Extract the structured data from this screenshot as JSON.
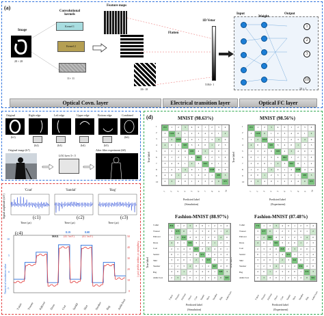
{
  "panel_a": {
    "tag": "(a)",
    "image_label": "Image",
    "image_size": "28 × 28",
    "conv_title": "Convolutional kernels",
    "kernel1": "Kernel 1",
    "kernel2": "Kernel 2",
    "kernel_size": "11× 11",
    "feature_maps": "Feature maps",
    "feature_size": "18× 18",
    "flatten": "Flatten",
    "vector_title": "1D Vetor",
    "vector_size": "5184× 1",
    "input_label": "Input",
    "weight_label": "Weight",
    "output_label": "Output",
    "outputs": [
      "1",
      "2",
      "3",
      "10"
    ],
    "output_size": "10 × 1",
    "bar_conv": "Optical Covn. layer",
    "bar_elec": "Electrical transition layer",
    "bar_fc": "Optical FC layer"
  },
  "panel_b": {
    "headers": [
      "Original",
      "Right edge",
      "Left edge",
      "Upper edge",
      "Bottom edge",
      "Combined"
    ],
    "tags": [
      "(b1)",
      "(b2)",
      "(b3)",
      "(b4)",
      "(b5)",
      "(b6)"
    ],
    "orig_image": "Original image (b7)",
    "log_kern": "LOG kern 5× 5",
    "after": "After filter experiment (b8)"
  },
  "panel_c": {
    "titles": [
      "'Coat'",
      "'Sandal'",
      "'Bag'"
    ],
    "tags": [
      "(c1)",
      "(c2)",
      "(c3)",
      "(c4)"
    ],
    "xlabel": "Time (μs)",
    "ylabel_top": "Signal amplitude (mV)",
    "ylabel_left": "Numerical simulation value",
    "ylabel_right": "Amplitude of output signal (mV)",
    "max_label": "MAX",
    "peak1": "8.19",
    "peak1_mv": "(41.7mV)",
    "peak2": "8.08",
    "peak2_mv": "(41.7mV)",
    "categories": [
      "T-shirt",
      "Trouser",
      "Pullover",
      "Dress",
      "Coat",
      "Sandal",
      "Shirt",
      "Sneaker",
      "Bag",
      "Ankle boot"
    ],
    "left_ticks": [
      "10",
      "5",
      "0",
      "-5"
    ],
    "right_ticks": [
      "50",
      "40",
      "30",
      "20",
      "10",
      "0"
    ]
  },
  "panel_d": {
    "tag": "(d)",
    "titles": [
      "MNIST (98.63%)",
      "MNIST (98.56%)",
      "Fashion-MNIST (88.97%)",
      "Fashion-MNIST (87.48%)"
    ],
    "ylabel": "True label",
    "xlabel": "Predicted label",
    "subs": [
      "(Simulation)",
      "(Experiment)",
      "(Simulation)",
      "(Experiment)"
    ],
    "mnist_labels": [
      "1",
      "2",
      "3",
      "4",
      "5",
      "6",
      "7",
      "8",
      "9",
      "10"
    ],
    "fashion_labels": [
      "T-shirt",
      "Trouser",
      "Pullover",
      "Dress",
      "Coat",
      "Sandal",
      "Shirt",
      "Sneaker",
      "Bag",
      "Ankle boot"
    ],
    "mnist_diag": [
      "972",
      "1124",
      "1018",
      "995",
      "978",
      "864",
      "944",
      "1008",
      "985",
      "975"
    ],
    "fashion_diag": [
      "856",
      "975",
      "812",
      "906",
      "823",
      "971",
      "655",
      "967",
      "968",
      "963"
    ],
    "fashion_diag_exp": [
      "772",
      "977",
      "802",
      "902",
      "818",
      "951",
      "641",
      "954",
      "970",
      "961"
    ]
  },
  "colors": {
    "blue": "#2a6fdb",
    "green": "#2fa84f",
    "red": "#e23c3c",
    "diag": "#7cc47f"
  }
}
